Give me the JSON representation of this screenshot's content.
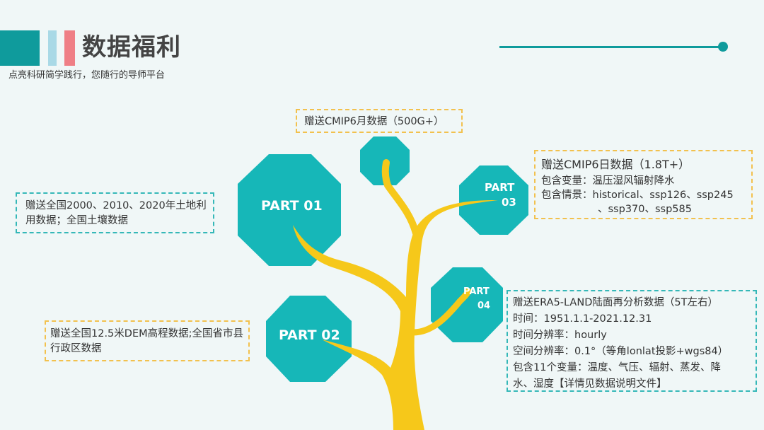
{
  "header": {
    "title": "数据福利",
    "subtitle": "点亮科研简学践行，您随行的导师平台"
  },
  "colors": {
    "teal": "#0f9b9c",
    "octagon": "#16b7b8",
    "light_blue": "#a9d9e6",
    "coral": "#ef7f86",
    "trunk": "#f6c81a",
    "dashed_yellow": "#f2c14e",
    "dashed_teal": "#35b8b8"
  },
  "parts": {
    "p1": "PART 01",
    "p2": "PART 02",
    "p3_word": "PART",
    "p3_num": "03",
    "p4_word": "PART",
    "p4_num": "04"
  },
  "boxes": {
    "cmip6_monthly": "赠送CMIP6月数据（500G+）",
    "landuse": "赠送全国2000、2010、2020年土地利用数据；全国土壤数据",
    "cmip6_daily": {
      "title": "赠送CMIP6日数据（1.8T+）",
      "variables": "包含变量：温压湿风辐射降水",
      "scenarios_1": "包含情景：historical、ssp126、ssp245",
      "scenarios_2": "、ssp370、ssp585"
    },
    "dem": "赠送全国12.5米DEM高程数据;全国省市县行政区数据",
    "era5": {
      "title": "赠送ERA5-LAND陆面再分析数据（5T左右）",
      "time": "时间：1951.1.1-2021.12.31",
      "temporal_res": "时间分辨率：hourly",
      "spatial_res": "空间分辨率：0.1°（等角lonlat投影+wgs84）",
      "variables_1": "包含11个变量：温度、气压、辐射、蒸发、降",
      "variables_2": "水、湿度【详情见数据说明文件】"
    }
  }
}
